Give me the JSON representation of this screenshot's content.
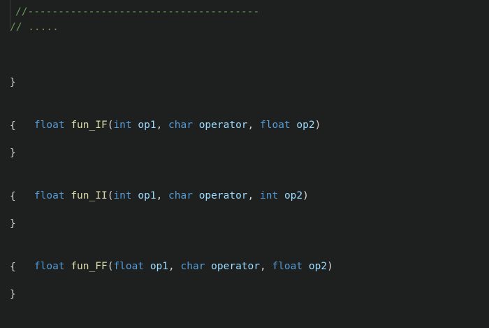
{
  "comments": {
    "separator": "//--------------------------------------",
    "ellipsis": "// ....."
  },
  "closing_brace_1": "}",
  "functions": [
    {
      "return_type": "float",
      "name": "fun_IF",
      "params": [
        {
          "type": "int",
          "name": "op1"
        },
        {
          "type": "char",
          "name": "operator"
        },
        {
          "type": "float",
          "name": "op2"
        }
      ],
      "open_brace": "{",
      "close_brace": "}"
    },
    {
      "return_type": "float",
      "name": "fun_II",
      "params": [
        {
          "type": "int",
          "name": "op1"
        },
        {
          "type": "char",
          "name": "operator"
        },
        {
          "type": "int",
          "name": "op2"
        }
      ],
      "open_brace": "{",
      "close_brace": "}"
    },
    {
      "return_type": "float",
      "name": "fun_FF",
      "params": [
        {
          "type": "float",
          "name": "op1"
        },
        {
          "type": "char",
          "name": "operator"
        },
        {
          "type": "float",
          "name": "op2"
        }
      ],
      "open_brace": "{",
      "close_brace": "}"
    }
  ],
  "punctuation": {
    "open_paren": "(",
    "comma": ", ",
    "close_paren": ")",
    "space": " "
  },
  "colors": {
    "background": "#1e1f1f",
    "keyword": "#569cd6",
    "comment": "#6a9955",
    "function": "#dcdcaa",
    "param": "#9cdcfe",
    "text": "#d4d4d4"
  }
}
